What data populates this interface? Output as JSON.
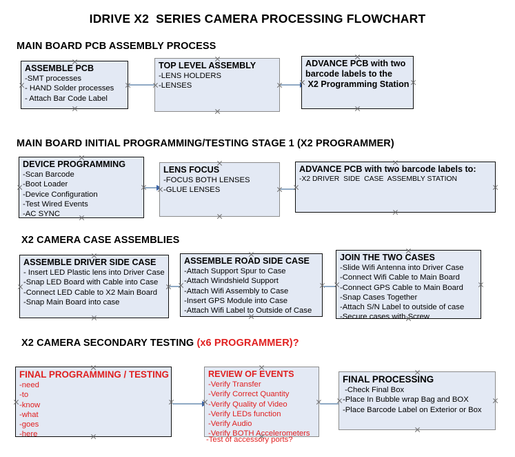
{
  "document": {
    "title": "IDRIVE X2  SERIES CAMERA PROCESSING FLOWCHART",
    "accent_color": "#e02020",
    "box_fill_color": "#e3e9f4",
    "connector_color": "#8fa9c4",
    "arrowhead_color": "#3a63a8"
  },
  "sections": [
    {
      "heading": "MAIN BOARD PCB ASSEMBLY PROCESS",
      "heading_accent": "",
      "boxes": [
        {
          "title": "ASSEMBLE PCB",
          "lines": [
            "-SMT processes",
            "- HAND Solder processes",
            "- Attach Bar Code Label"
          ]
        },
        {
          "title": "TOP LEVEL ASSEMBLY",
          "lines": [
            "-LENS HOLDERS",
            "-LENSES"
          ]
        },
        {
          "title": "ADVANCE PCB with two",
          "lines": [
            "barcode labels to the",
            " X2 Programming Station"
          ]
        }
      ]
    },
    {
      "heading": "MAIN BOARD INITIAL PROGRAMMING/TESTING STAGE 1 (X2 PROGRAMMER)",
      "heading_accent": "",
      "boxes": [
        {
          "title": "DEVICE PROGRAMMING",
          "lines": [
            "-Scan Barcode",
            "-Boot Loader",
            "-Device Configuration",
            "-Test Wired Events",
            "-AC SYNC"
          ]
        },
        {
          "title": "LENS FOCUS",
          "lines": [
            "-FOCUS BOTH LENSES",
            "-GLUE LENSES"
          ]
        },
        {
          "title": "ADVANCE PCB with two barcode labels to:",
          "lines": [
            "-X2 DRIVER  SIDE  CASE  ASSEMBLY STATION"
          ]
        }
      ]
    },
    {
      "heading": "X2 CAMERA CASE ASSEMBLIES",
      "heading_accent": "",
      "boxes": [
        {
          "title": "ASSEMBLE DRIVER SIDE CASE",
          "lines": [
            "- Insert LED Plastic lens into Driver Case",
            "-Snap LED Board with Cable into Case",
            "-Connect LED Cable to X2 Main Board",
            "-Snap Main Board into case"
          ]
        },
        {
          "title": "ASSEMBLE ROAD SIDE CASE",
          "lines": [
            "-Attach Support Spur to Case",
            "-Attach Windshield Support",
            "-Attach Wifi Assembly to Case",
            "-Insert GPS Module into Case",
            "-Attach Wifi Label to Outside of Case"
          ]
        },
        {
          "title": "JOIN THE TWO CASES",
          "lines": [
            "-Slide Wifi Antenna into Driver Case",
            "-Connect Wifi Cable to Main Board",
            "-Connect GPS Cable to Main Board",
            "-Snap Cases Together",
            "-Attach S/N Label to outside of case",
            "-Secure cases with Screw"
          ]
        }
      ]
    },
    {
      "heading": "X2 CAMERA SECONDARY TESTING ",
      "heading_accent": "(x6 PROGRAMMER)?",
      "boxes": [
        {
          "title": "FINAL PROGRAMMING / TESTING",
          "lines": [
            "-need",
            "-to",
            "-know",
            "-what",
            "-goes",
            "-here"
          ]
        },
        {
          "title": "REVIEW OF EVENTS",
          "lines": [
            "-Verify Transfer",
            "-Verify Correct Quantity",
            "-Verify Quality of Video",
            "-Verify LEDs function",
            "-Verify Audio",
            "-Verify BOTH Accelerometers"
          ],
          "overflow_line": "-Test of accessory ports?"
        },
        {
          "title": "FINAL PROCESSING",
          "lines": [
            " -Check Final Box",
            "-Place In Bubble wrap Bag and BOX",
            "-Place Barcode Label on Exterior or Box"
          ]
        }
      ]
    }
  ]
}
